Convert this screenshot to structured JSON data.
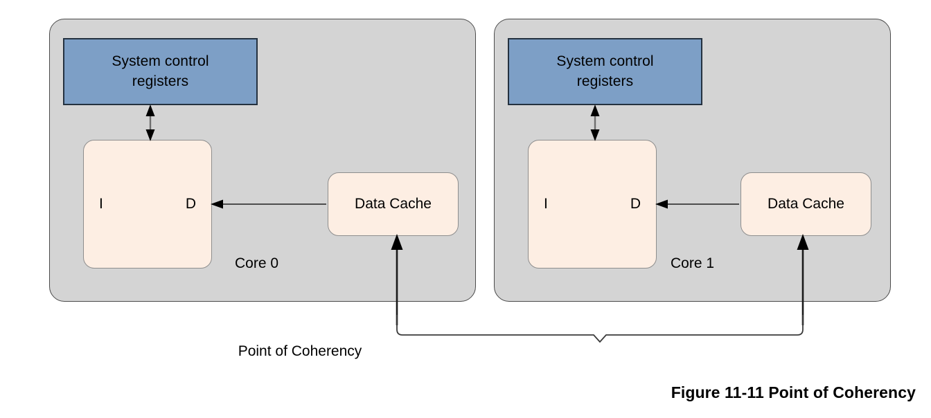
{
  "figure": {
    "caption": "Figure 11-11 Point of Coherency",
    "bottom_label": "Point of Coherency"
  },
  "colors": {
    "core_container_fill": "#d4d4d4",
    "core_container_stroke": "#4a4a4a",
    "system_control_registers_fill": "#7d9fc6",
    "system_control_registers_stroke": "#24313f",
    "cache_fill": "#fdeee3",
    "cache_stroke": "#8d8d8d",
    "arrow_stroke": "#000000",
    "page_background": "#ffffff",
    "text": "#000000"
  },
  "cores": [
    {
      "id": "core0",
      "label": "Core 0",
      "system_control_registers": {
        "line1": "System control",
        "line2": "registers"
      },
      "pipeline": {
        "instruction_label": "I",
        "data_label": "D"
      },
      "data_cache": {
        "label": "Data Cache"
      }
    },
    {
      "id": "core1",
      "label": "Core 1",
      "system_control_registers": {
        "line1": "System control",
        "line2": "registers"
      },
      "pipeline": {
        "instruction_label": "I",
        "data_label": "D"
      },
      "data_cache": {
        "label": "Data Cache"
      }
    }
  ],
  "connections": [
    {
      "name": "core0-registers-to-pipeline",
      "type": "bidirectional-vertical"
    },
    {
      "name": "core0-datacache-to-pipeline",
      "type": "arrow-left"
    },
    {
      "name": "core0-poc-to-datacache",
      "type": "arrow-up"
    },
    {
      "name": "core1-registers-to-pipeline",
      "type": "bidirectional-vertical"
    },
    {
      "name": "core1-datacache-to-pipeline",
      "type": "arrow-left"
    },
    {
      "name": "core1-poc-to-datacache",
      "type": "arrow-up"
    },
    {
      "name": "point-of-coherency-brace",
      "type": "brace"
    }
  ]
}
